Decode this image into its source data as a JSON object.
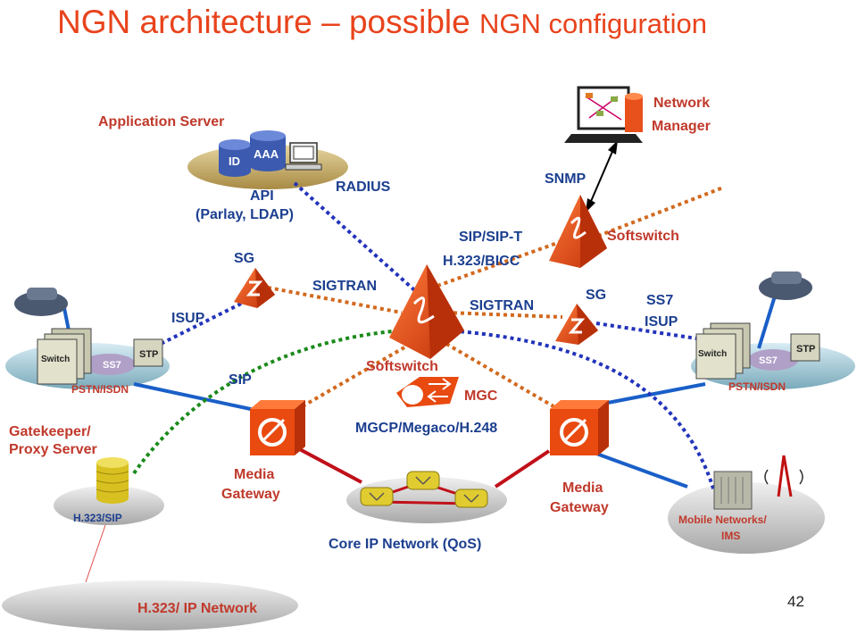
{
  "title": {
    "main": "NGN architecture – possible",
    "tail": "NGN configuration"
  },
  "labels": {
    "application_server": "Application Server",
    "id": "ID",
    "aaa": "AAA",
    "api": "API",
    "parlay": "(Parlay, LDAP)",
    "radius": "RADIUS",
    "network_manager_1": "Network",
    "network_manager_2": "Manager",
    "snmp": "SNMP",
    "softswitch_top": "Softswitch",
    "sip_sipt": "SIP/SIP-T",
    "h323_bicc": "H.323/BICC",
    "sg_left": "SG",
    "sigtran_left": "SIGTRAN",
    "isup_left": "ISUP",
    "sigtran_right": "SIGTRAN",
    "sg_right": "SG",
    "ss7_right": "SS7",
    "isup_right": "ISUP",
    "softswitch_center": "Softswitch",
    "sip": "SIP",
    "mgc": "MGC",
    "mgcp": "MGCP/Megaco/H.248",
    "switch_left": "Switch",
    "ss7_left_oval": "SS7",
    "stp_left": "STP",
    "pstn_left": "PSTN/ISDN",
    "switch_right": "Switch",
    "ss7_right_oval": "SS7",
    "stp_right": "STP",
    "pstn_right": "PSTN/ISDN",
    "gatekeeper_1": "Gatekeeper/",
    "gatekeeper_2": "Proxy Server",
    "h323sip": "H.323/SIP",
    "media_gw_left_1": "Media",
    "media_gw_left_2": "Gateway",
    "media_gw_right_1": "Media",
    "media_gw_right_2": "Gateway",
    "core_ip": "Core IP Network (QoS)",
    "mobile_1": "Mobile Networks/",
    "mobile_2": "IMS",
    "h323_ip": "H.323/ IP Network",
    "page_number": "42"
  },
  "colors": {
    "title": "#e8431c",
    "red_label": "#c0392b",
    "blue_label": "#1c3f8f",
    "signal_dotted_blue": "#2233bb",
    "signal_dotted_orange": "#d2691e",
    "signal_dotted_green": "#1a8a1a",
    "media_link_red": "#c0101a",
    "access_link_blue": "#1a5fc8",
    "device_orange": "#e84a10"
  }
}
